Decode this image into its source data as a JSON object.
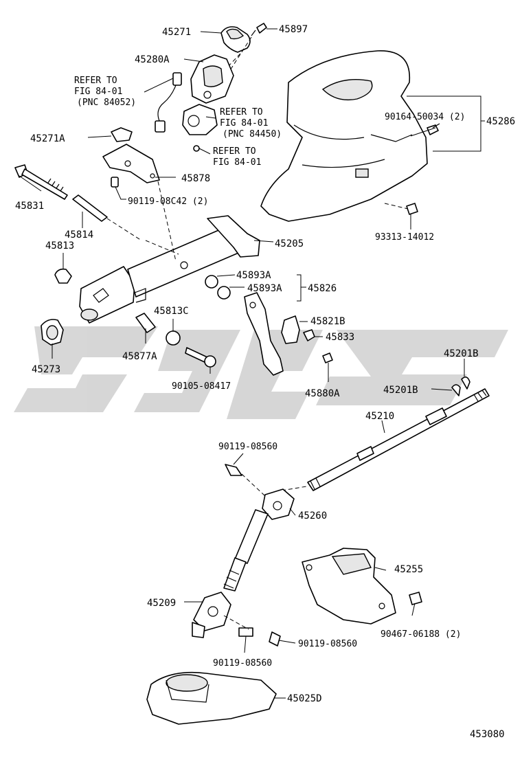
{
  "figure_id": "453080",
  "labels": {
    "p45271": "45271",
    "p45897": "45897",
    "p45280A": "45280A",
    "ref1_a": "REFER TO",
    "ref1_b": "FIG 84-01",
    "ref1_c": "(PNC 84052)",
    "ref2_a": "REFER TO",
    "ref2_b": "FIG 84-01",
    "ref2_c": "(PNC 84450)",
    "ref3_a": "REFER TO",
    "ref3_b": "FIG 84-01",
    "p45271A": "45271A",
    "p45878": "45878",
    "p45831": "45831",
    "p90119_08C42": "90119-08C42 (2)",
    "p45814": "45814",
    "p45813": "45813",
    "p45205": "45205",
    "p45286": "45286",
    "p90164_50034": "90164-50034 (2)",
    "p93313_14012": "93313-14012",
    "p45893A_1": "45893A",
    "p45893A_2": "45893A",
    "p45826": "45826",
    "p45813C": "45813C",
    "p45821B": "45821B",
    "p45833": "45833",
    "p45273": "45273",
    "p45877A": "45877A",
    "p90105_08417": "90105-08417",
    "p45880A": "45880A",
    "p45201B_1": "45201B",
    "p45201B_2": "45201B",
    "p45210": "45210",
    "p90119_08560_1": "90119-08560",
    "p45260": "45260",
    "p45255": "45255",
    "p45209": "45209",
    "p90467_06188": "90467-06188 (2)",
    "p90119_08560_2": "90119-08560",
    "p90119_08560_3": "90119-08560",
    "p45025D": "45025D"
  }
}
